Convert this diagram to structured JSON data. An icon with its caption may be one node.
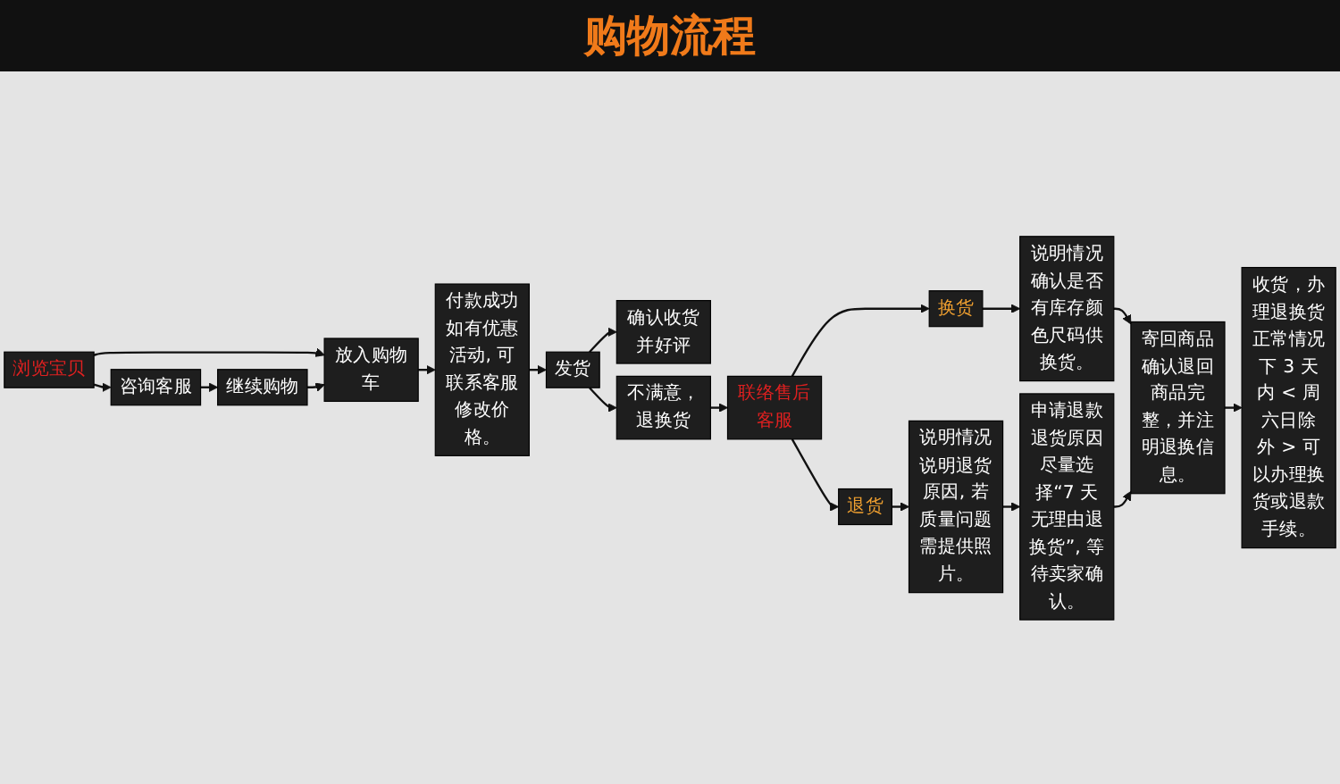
{
  "diagram": {
    "title": "购物流程",
    "nodes": [
      {
        "text": [
          "浏览宝贝"
        ]
      },
      {
        "text": [
          "放入购物车"
        ]
      },
      {
        "text": [
          "付款成功",
          "如有优惠活动, 可联系客服修改价格。"
        ]
      },
      {
        "text": [
          "发货"
        ]
      },
      {
        "text": [
          "确认收货并好评"
        ]
      },
      {
        "text": [
          "咨询客服"
        ]
      },
      {
        "text": [
          "继续购物"
        ]
      },
      {
        "text": [
          "不满意，退换货"
        ]
      },
      {
        "text": [
          "联络售后客服"
        ]
      },
      {
        "text": [
          "换货"
        ]
      },
      {
        "text": [
          "退货"
        ]
      },
      {
        "text": [
          "说明情况",
          "确认是否有库存颜色尺码供换货。"
        ]
      },
      {
        "text": [
          "寄回商品",
          "确认退回商品完整，并注明退换信息。"
        ]
      },
      {
        "text": [
          "收货，办理退换货",
          "正常情况下 3 天内 < 周六日除外 > 可以办理换货或退款手续。"
        ]
      },
      {
        "text": [
          "说明情况",
          "说明退货原因, 若质量问题需提供照片。"
        ]
      },
      {
        "text": [
          "申请退款",
          "退货原因尽量选择“7 天无理由退换货”, 等待卖家确认。"
        ]
      }
    ],
    "edges": [
      {
        "from": 0,
        "to": 1,
        "arrow": "to"
      },
      {
        "from": 0,
        "to": 5,
        "arrow": "to"
      },
      {
        "from": 5,
        "to": 6,
        "arrow": "to"
      },
      {
        "from": 6,
        "to": 1,
        "arrow": "to"
      },
      {
        "from": 1,
        "to": 2,
        "arrow": "to"
      },
      {
        "from": 2,
        "to": 3,
        "arrow": "to"
      },
      {
        "from": 3,
        "to": 4,
        "arrow": "to"
      },
      {
        "from": 3,
        "to": 7,
        "arrow": "to"
      },
      {
        "from": 7,
        "to": 8,
        "arrow": "to"
      },
      {
        "from": 8,
        "to": 9,
        "arrow": "to"
      },
      {
        "from": 8,
        "to": 10,
        "arrow": "to"
      },
      {
        "from": 9,
        "to": 11,
        "arrow": "to"
      },
      {
        "from": 11,
        "to": 12,
        "arrow": "to"
      },
      {
        "from": 12,
        "to": 13,
        "arrow": "to"
      },
      {
        "from": 10,
        "to": 14,
        "arrow": "to"
      },
      {
        "from": 14,
        "to": 15,
        "arrow": "to"
      },
      {
        "from": 15,
        "to": 12,
        "arrow": "to"
      }
    ]
  }
}
